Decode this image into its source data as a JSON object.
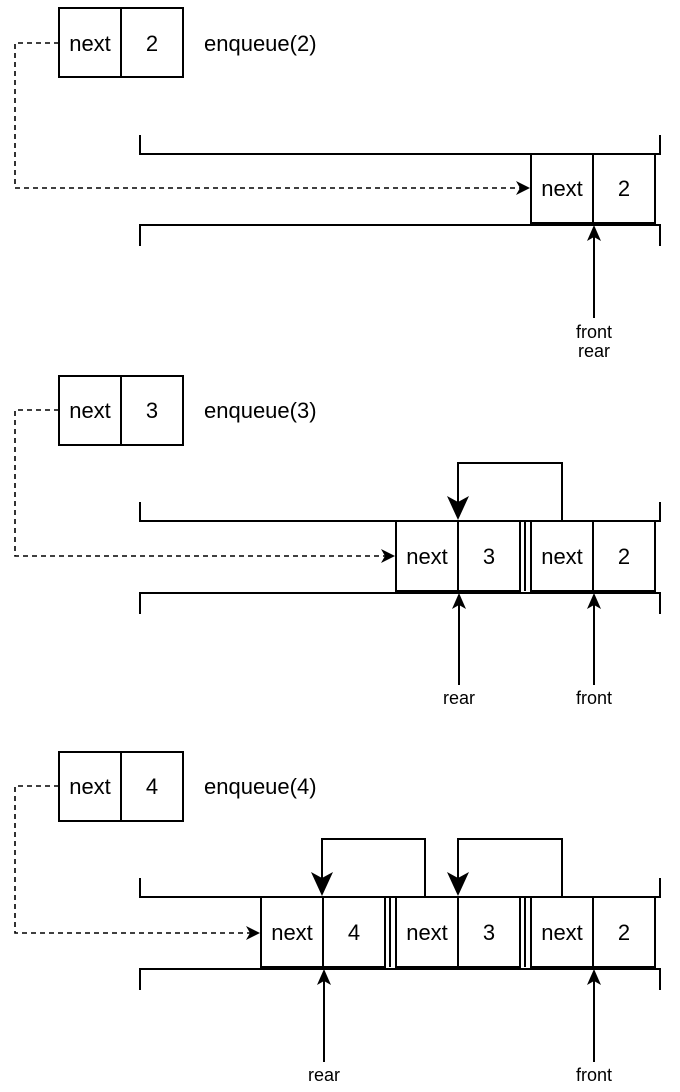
{
  "labels": {
    "next": "next",
    "front": "front",
    "rear": "rear"
  },
  "steps": [
    {
      "operation": "enqueue(2)",
      "new_node": {
        "next": "next",
        "value": "2"
      },
      "queue_nodes": [
        {
          "next": "next",
          "value": "2"
        }
      ],
      "front_rear_label": [
        "front",
        "rear"
      ]
    },
    {
      "operation": "enqueue(3)",
      "new_node": {
        "next": "next",
        "value": "3"
      },
      "queue_nodes": [
        {
          "next": "next",
          "value": "3"
        },
        {
          "next": "next",
          "value": "2"
        }
      ],
      "rear_label": "rear",
      "front_label": "front"
    },
    {
      "operation": "enqueue(4)",
      "new_node": {
        "next": "next",
        "value": "4"
      },
      "queue_nodes": [
        {
          "next": "next",
          "value": "4"
        },
        {
          "next": "next",
          "value": "3"
        },
        {
          "next": "next",
          "value": "2"
        }
      ],
      "rear_label": "rear",
      "front_label": "front"
    }
  ]
}
